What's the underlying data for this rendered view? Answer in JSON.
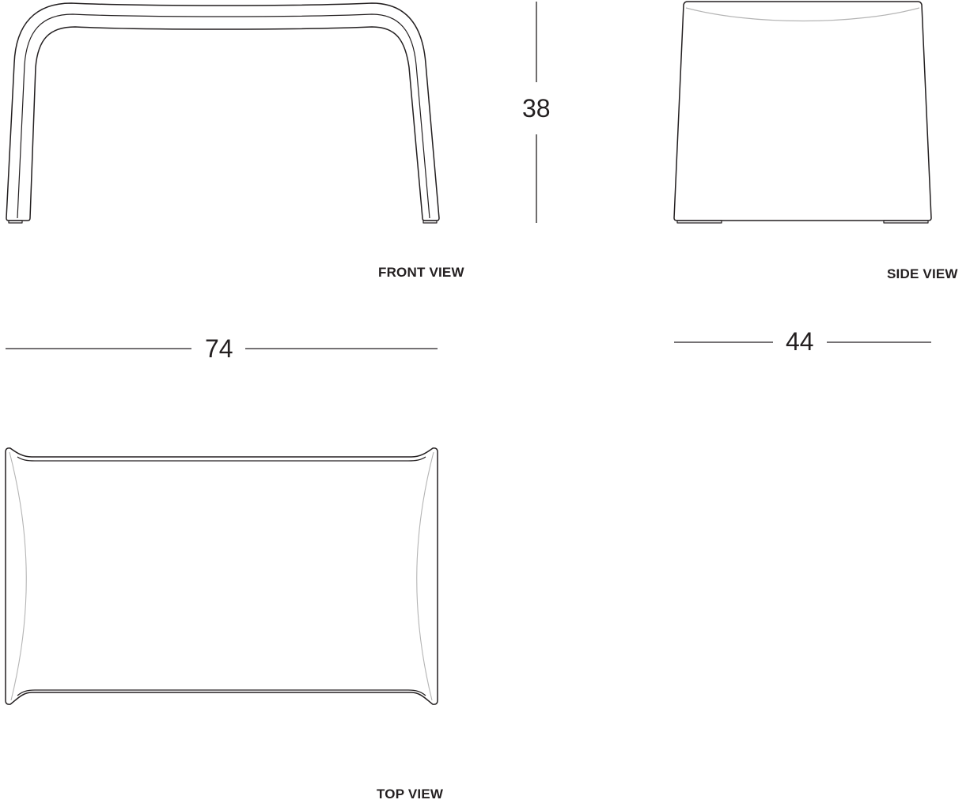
{
  "views": {
    "front": {
      "label": "FRONT VIEW"
    },
    "side": {
      "label": "SIDE VIEW"
    },
    "top": {
      "label": "TOP VIEW"
    }
  },
  "dimensions": {
    "height": "38",
    "front_width": "74",
    "side_depth": "44"
  },
  "colors": {
    "outline": "#231f20",
    "hidden_line": "#b4b4b4",
    "background": "#ffffff"
  }
}
